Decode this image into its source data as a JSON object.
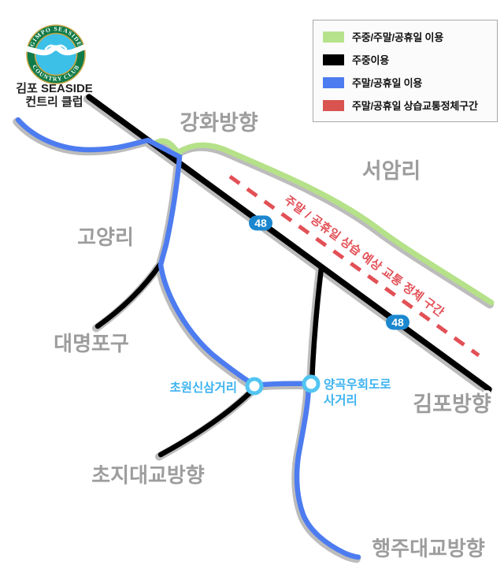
{
  "logo": {
    "arc_top": "GIMPO SEASIDE",
    "arc_bottom": "COUNTRY CLUB",
    "name_line1": "김포 SEASIDE",
    "name_line2": "컨트리 클럽"
  },
  "legend": {
    "items": [
      {
        "color": "#b7e28c",
        "label": "주중/주말/공휴일 이용"
      },
      {
        "color": "#000000",
        "label": "주중이용"
      },
      {
        "color": "#4d7cf0",
        "label": "주말/공휴일 이용"
      },
      {
        "color": "#d9534f",
        "label": "주말/공휴일 상습교통정체구간"
      }
    ]
  },
  "map": {
    "labels": {
      "ganghwa": "강화방향",
      "seoam": "서암리",
      "goyang": "고양리",
      "daemyeong": "대명포구",
      "choji": "초지대교방향",
      "gimpo": "김포방향",
      "haengju": "행주대교방향",
      "chowon": "초원신삼거리",
      "yanggok_line1": "양곡우회도로",
      "yanggok_line2": "사거리"
    },
    "route_shield": "48",
    "warning_text": "주말 / 공휴일 상습 예상 교통 정체 구간"
  },
  "colors": {
    "road_all_days": "#b5e189",
    "road_weekday": "#000000",
    "road_weekend": "#4d7cf0",
    "congestion": "#e25056",
    "casing": "#bcbcbc",
    "shield": "#1a87cf",
    "intersection_ring": "#52c5f2",
    "area_label": "#9d9d9d",
    "intersection_label": "#3eb3f0"
  }
}
